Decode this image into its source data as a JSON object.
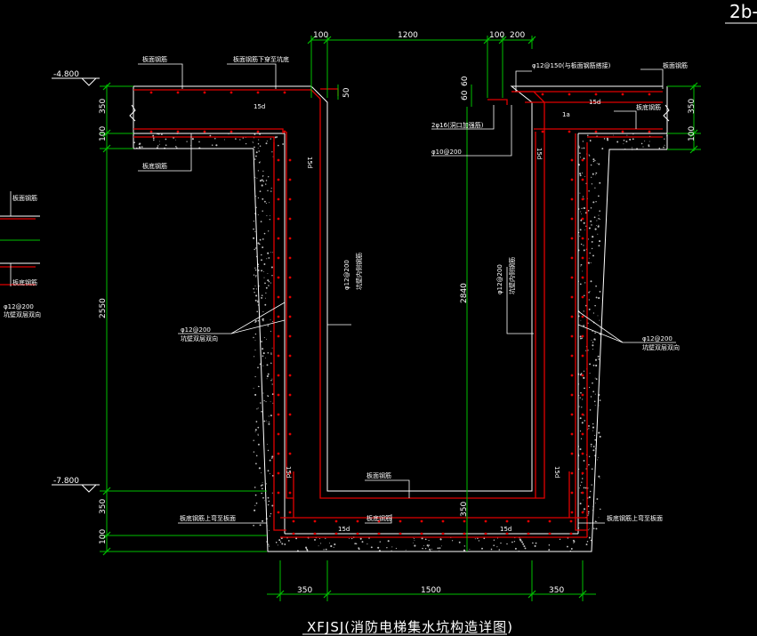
{
  "sheet_tag": "2b-",
  "title": "XFJSJ(消防电梯集水坑构造详图)",
  "elevations": {
    "top": "-4.800",
    "bottom": "-7.800"
  },
  "dims": {
    "top_100a": "100",
    "top_1200": "1200",
    "top_100b": "100",
    "top_200": "200",
    "left_350": "350",
    "left_100": "100",
    "left_2550": "2550",
    "left_350b": "350",
    "left_100b": "100",
    "right_350": "350",
    "right_100": "100",
    "rl_60": "60",
    "rl_60b": "60",
    "pit_depth": "2840",
    "pit_350": "350",
    "bot_350a": "350",
    "bot_1500": "1500",
    "bot_350b": "350",
    "gap_50": "50"
  },
  "labels": {
    "lap": "15d",
    "lap_short": "1a",
    "tl_1": "板面钢筋",
    "tl_2": "板面钢筋下穿至坑底",
    "tl_3": "板底钢筋",
    "tr_1": "φ12@150(与板面钢筋搭接)",
    "tr_2": "板面钢筋",
    "tr_3": "板底钢筋",
    "tr_4": "2φ16(洞口加强筋)",
    "tr_5": "φ10@200",
    "wall_l_1": "φ12@200",
    "wall_l_2": "坑壁双层双向",
    "wall_r_1": "φ12@200",
    "wall_r_2": "坑壁双层双向",
    "wall_in_l": "φ12@200",
    "wall_in_l2": "坑壁内侧钢筋",
    "wall_in_r": "φ12@200",
    "wall_in_r2": "坑壁内侧钢筋",
    "bottom_top": "板面钢筋",
    "bottom_bot": "板底钢筋",
    "bot_l": "板底钢筋上弯至板面",
    "bot_r": "板底钢筋上弯至板面",
    "side_1": "板面钢筋",
    "side_2": "板底钢筋",
    "side_3": "φ12@200",
    "side_4": "坑壁双层双向"
  }
}
